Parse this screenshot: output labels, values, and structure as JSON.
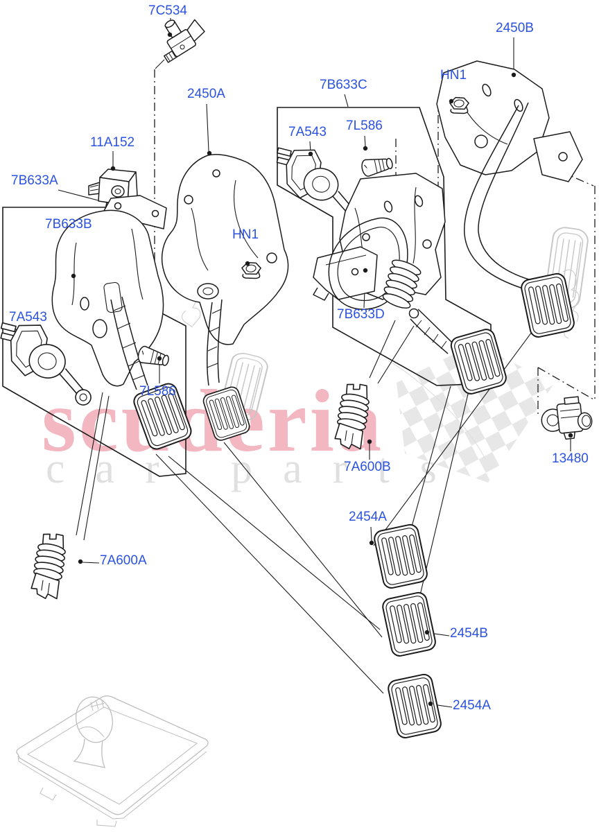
{
  "watermark": {
    "brand": "scuderia",
    "tagline": "car parts",
    "brand_color": "#e1556b",
    "tagline_color": "#bfbfbf"
  },
  "colors": {
    "callout_link": "#2b52e0",
    "line_art": "#1b1b1b",
    "ghost_art": "#c6c6c6",
    "checker": "#e7e7e7"
  },
  "callouts": [
    {
      "id": "7c534",
      "text": "7C534"
    },
    {
      "id": "2450a",
      "text": "2450A"
    },
    {
      "id": "11a152",
      "text": "11A152"
    },
    {
      "id": "7b633a",
      "text": "7B633A"
    },
    {
      "id": "7b633b",
      "text": "7B633B"
    },
    {
      "id": "7a543-left",
      "text": "7A543"
    },
    {
      "id": "7l586-left",
      "text": "7L586"
    },
    {
      "id": "hn1-left",
      "text": "HN1"
    },
    {
      "id": "2450b",
      "text": "2450B"
    },
    {
      "id": "hn1-right",
      "text": "HN1"
    },
    {
      "id": "7b633c",
      "text": "7B633C"
    },
    {
      "id": "7a543-middle",
      "text": "7A543"
    },
    {
      "id": "7l586-middle",
      "text": "7L586"
    },
    {
      "id": "7b633d",
      "text": "7B633D"
    },
    {
      "id": "13480",
      "text": "13480"
    },
    {
      "id": "7a600b",
      "text": "7A600B"
    },
    {
      "id": "7a600a",
      "text": "7A600A"
    },
    {
      "id": "2454a-upper",
      "text": "2454A"
    },
    {
      "id": "2454b",
      "text": "2454B"
    },
    {
      "id": "2454a-lower",
      "text": "2454A"
    }
  ]
}
